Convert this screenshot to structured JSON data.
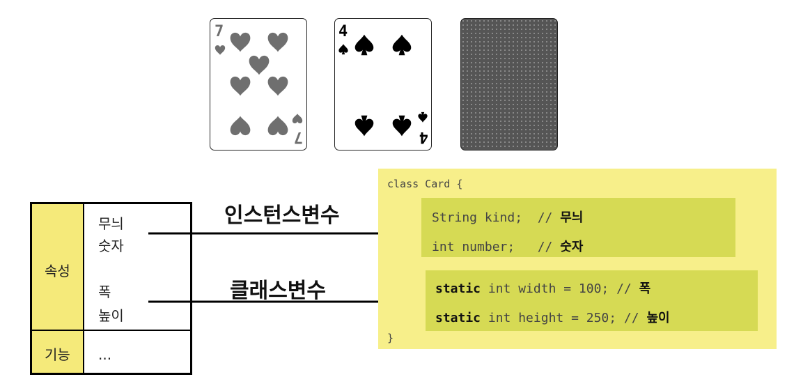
{
  "cards": [
    {
      "name": "seven-of-hearts",
      "rank": "7",
      "suit": "heart"
    },
    {
      "name": "four-of-spades",
      "rank": "4",
      "suit": "spade"
    },
    {
      "name": "card-back"
    }
  ],
  "table": {
    "attr_header": "속성",
    "func_header": "기능",
    "attr_item1": "무늬",
    "attr_item2": "숫자",
    "attr_item3": "폭",
    "attr_item4": "높이",
    "func_body": "..."
  },
  "arrows": {
    "instance_label": "인스턴스변수",
    "class_label": "클래스변수"
  },
  "code": {
    "class_open": "class Card {",
    "kind_code": "String kind;  // ",
    "kind_comment": "무늬",
    "number_code": "int number;   // ",
    "number_comment": "숫자",
    "static_kw1": "static",
    "width_code": " int width = 100; // ",
    "width_comment": "폭",
    "static_kw2": "static",
    "height_code": " int height = 250; // ",
    "height_comment": "높이",
    "class_close": "}"
  },
  "colors": {
    "code_background": "#f7ef8a",
    "code_highlight": "#d6da54",
    "table_header": "#f5ea7a",
    "heart_gray": "#6f6f6f",
    "spade_black": "#000000"
  }
}
